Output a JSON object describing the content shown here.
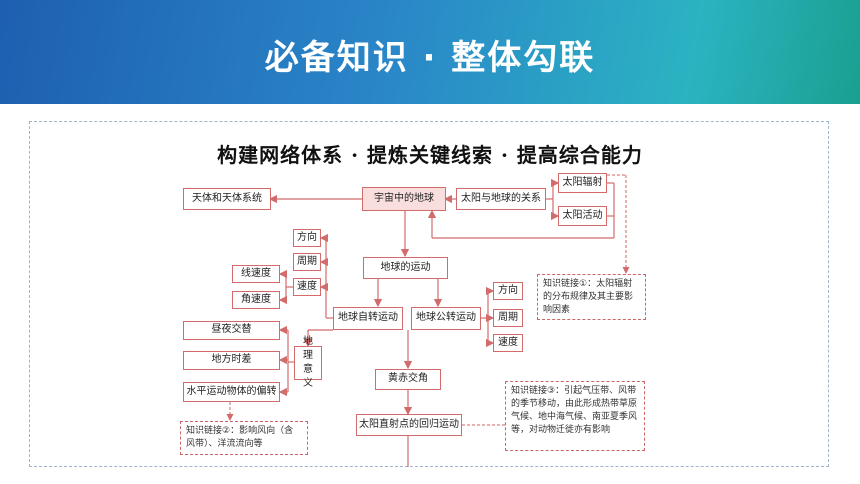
{
  "header": {
    "title": "必备知识 · 整体勾联"
  },
  "subtitle": "构建网络体系 · 提炼关键线索 · 提高综合能力",
  "diagram": {
    "tianti": "天体和天体系统",
    "yuzhou": "宇宙中的地球",
    "taiyang_guanxi": "太阳与地球的关系",
    "taiyang_fushe": "太阳辐射",
    "taiyang_huodong": "太阳活动",
    "fangxiang_l": "方向",
    "zhouqi_l": "周期",
    "sudu_l": "速度",
    "xian_sudu": "线速度",
    "jiao_sudu": "角速度",
    "diqiu_yundong": "地球的运动",
    "zizhuan": "地球自转运动",
    "gongzhuan": "地球公转运动",
    "fangxiang_r": "方向",
    "zhouqi_r": "周期",
    "sudu_r": "速度",
    "zhouye": "昼夜交替",
    "difang": "地方时差",
    "shuiping": "水平运动物体的偏转",
    "dili_yiyi": "地理意义",
    "huangchi": "黄赤交角",
    "huigui": "太阳直射点的回归运动",
    "note1": "知识链接①：太阳辐射的分布规律及其主要影响因素",
    "note2": "知识链接②：影响风向（含风带）、洋流流向等",
    "note3": "知识链接③：引起气压带、风带的季节移动，由此形成热带草原气候、地中海气候、南亚夏季风等，对动物迁徙亦有影响"
  }
}
